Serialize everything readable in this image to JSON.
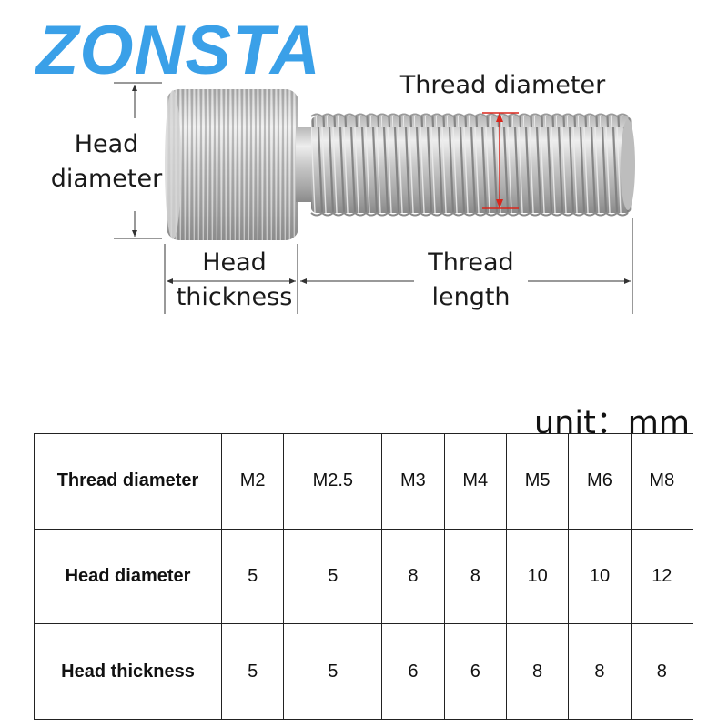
{
  "brand": {
    "logo_text": "ZONSTA",
    "color": "#3aa0e8"
  },
  "diagram": {
    "labels": {
      "thread_diameter": "Thread diameter",
      "head_diameter_line1": "Head",
      "head_diameter_line2": "diameter",
      "head_thickness_line1": "Head",
      "head_thickness_line2": "thickness",
      "thread_length_line1": "Thread",
      "thread_length_line2": "length"
    },
    "accent_color": "#d9261c"
  },
  "table": {
    "unit": "unit：mm",
    "headers": [
      "Thread diameter",
      "M2",
      "M2.5",
      "M3",
      "M4",
      "M5",
      "M6",
      "M8"
    ],
    "rows": [
      [
        "Head diameter",
        "5",
        "5",
        "8",
        "8",
        "10",
        "10",
        "12"
      ],
      [
        "Head thickness",
        "5",
        "5",
        "6",
        "6",
        "8",
        "8",
        "8"
      ]
    ]
  }
}
